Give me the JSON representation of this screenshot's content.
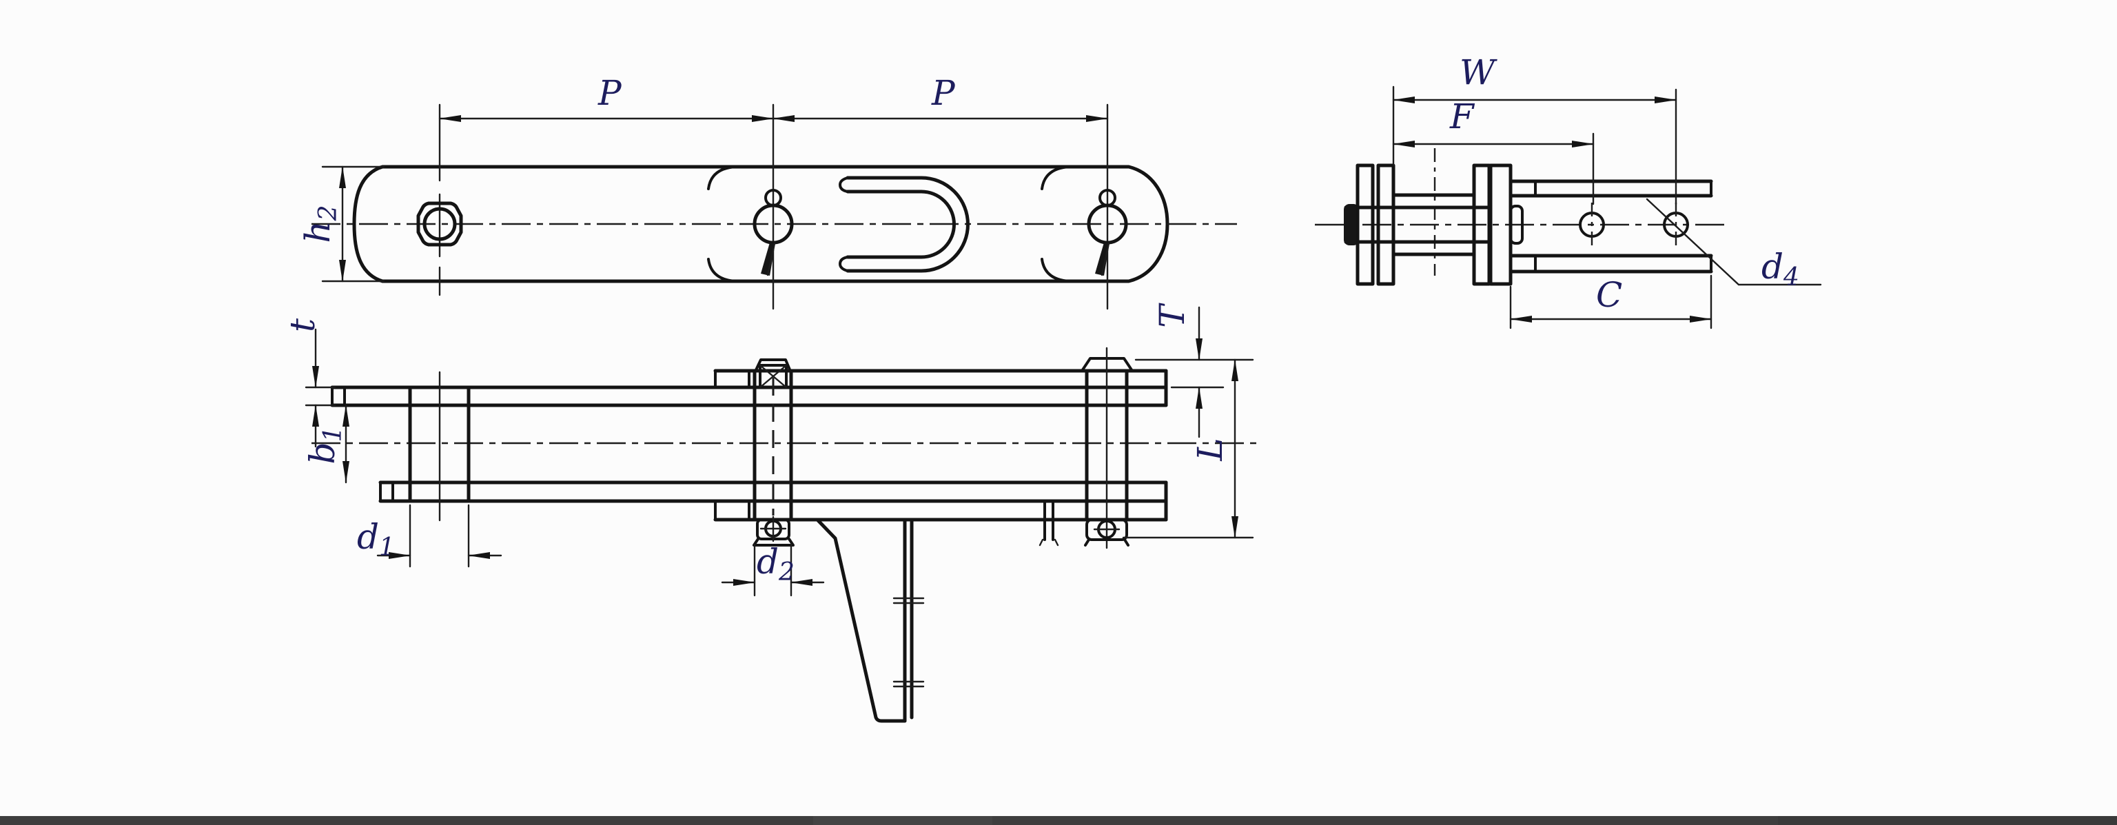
{
  "page": {
    "background": "#fcfcfc",
    "ink": "#141414",
    "label_ink": "#1d1d5e",
    "scan_bar_color": "#2e2e2e"
  },
  "drawing": {
    "kind": "engineering three-view drawing",
    "subject": "conveyor chain link with welded bent plate attachment",
    "views": [
      {
        "id": "side-view",
        "name": "side elevation",
        "dimension_labels": [
          "P",
          "P",
          "h2"
        ]
      },
      {
        "id": "plan-view",
        "name": "plan view with gusset bracket",
        "dimension_labels": [
          "t",
          "b1",
          "d1",
          "d2",
          "T",
          "L"
        ]
      },
      {
        "id": "end-view",
        "name": "end view with attachment flange",
        "dimension_labels": [
          "W",
          "F",
          "C",
          "d4"
        ]
      }
    ]
  },
  "labels": {
    "p1": {
      "main": "P",
      "sub": ""
    },
    "p2": {
      "main": "P",
      "sub": ""
    },
    "h2": {
      "main": "h",
      "sub": "2"
    },
    "t": {
      "main": "t",
      "sub": ""
    },
    "b1": {
      "main": "b",
      "sub": "1"
    },
    "d1": {
      "main": "d",
      "sub": "1"
    },
    "d2": {
      "main": "d",
      "sub": "2"
    },
    "T": {
      "main": "T",
      "sub": ""
    },
    "L": {
      "main": "L",
      "sub": ""
    },
    "W": {
      "main": "W",
      "sub": ""
    },
    "F": {
      "main": "F",
      "sub": ""
    },
    "C": {
      "main": "C",
      "sub": ""
    },
    "d4": {
      "main": "d",
      "sub": "4"
    }
  }
}
